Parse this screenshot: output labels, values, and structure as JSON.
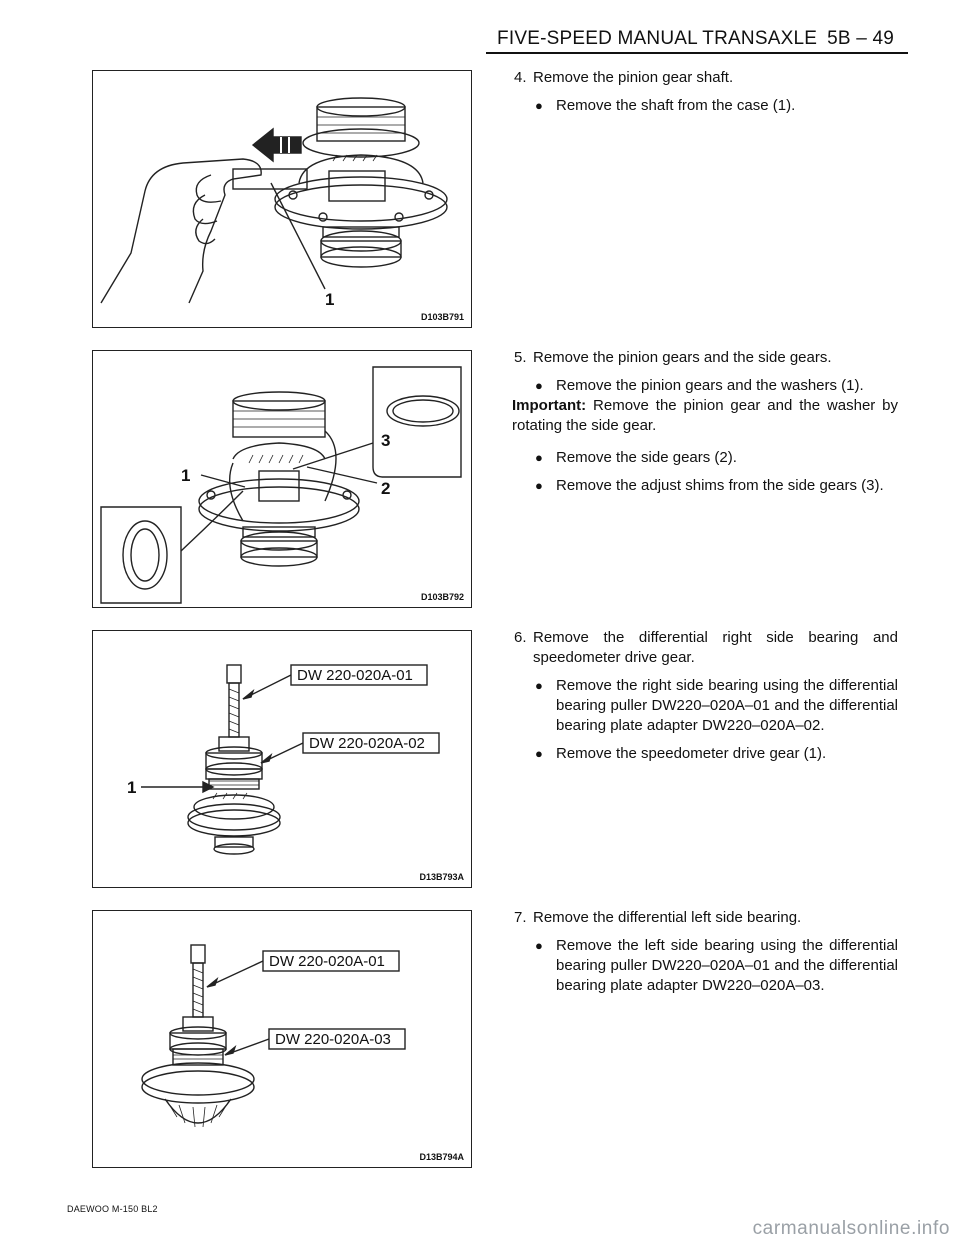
{
  "header": {
    "title": "FIVE-SPEED MANUAL TRANSAXLE",
    "page": "5B – 49"
  },
  "figures": [
    {
      "code": "D103B791",
      "callouts": [
        "1"
      ]
    },
    {
      "code": "D103B792",
      "callouts": [
        "1",
        "2",
        "3"
      ]
    },
    {
      "code": "D13B793A",
      "callouts": [
        "1",
        "DW 220-020A-01",
        "DW 220-020A-02"
      ]
    },
    {
      "code": "D13B794A",
      "callouts": [
        "DW 220-020A-01",
        "DW 220-020A-03"
      ]
    }
  ],
  "steps": [
    {
      "number": "4.",
      "text": "Remove the pinion gear shaft.",
      "bullets": [
        "Remove the shaft from the case (1)."
      ]
    },
    {
      "number": "5.",
      "text": "Remove the pinion gears and the side gears.",
      "bullets": [
        "Remove the pinion gears and the washers (1)."
      ],
      "important_label": "Important:",
      "important_text": "Remove the pinion gear and the washer by rotating the side gear.",
      "bullets_after": [
        "Remove the side gears (2).",
        "Remove the adjust shims from the side gears (3)."
      ]
    },
    {
      "number": "6.",
      "text": "Remove the differential right side bearing and speedometer drive gear.",
      "bullets": [
        "Remove the right side bearing using the differential bearing puller DW220–020A–01 and the differential bearing plate adapter DW220–020A–02.",
        "Remove the speedometer drive gear (1)."
      ]
    },
    {
      "number": "7.",
      "text": "Remove the differential left side bearing.",
      "bullets": [
        "Remove the left side bearing using the differential bearing puller DW220–020A–01 and the differential bearing plate adapter DW220–020A–03."
      ]
    }
  ],
  "bullet_symbol": "●",
  "footer": {
    "left": "DAEWOO M-150 BL2",
    "watermark": "carmanualsonline.info"
  }
}
